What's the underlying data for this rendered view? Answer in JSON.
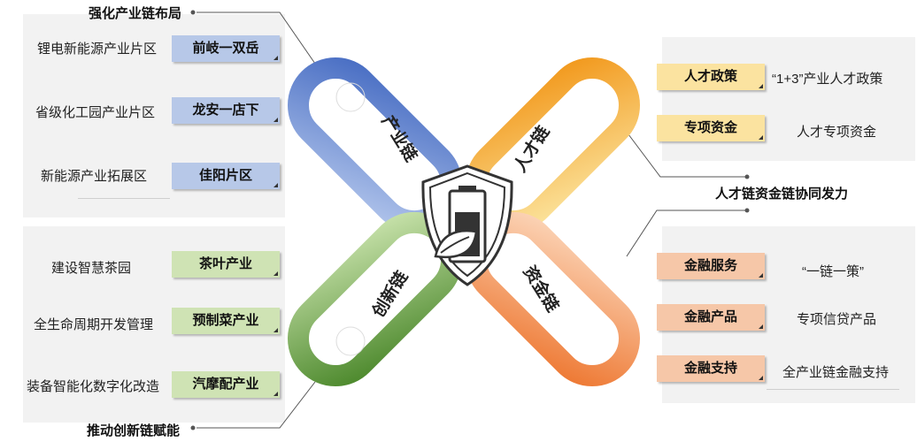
{
  "top_left": {
    "heading": "强化产业链布局",
    "rows": [
      {
        "label": "锂电新能源产业片区",
        "tag": "前岐一双岳"
      },
      {
        "label": "省级化工园产业片区",
        "tag": "龙安一店下"
      },
      {
        "label": "新能源产业拓展区",
        "tag": "佳阳片区"
      }
    ]
  },
  "bottom_left": {
    "heading": "推动创新链赋能",
    "rows": [
      {
        "label": "建设智慧茶园",
        "tag": "茶叶产业"
      },
      {
        "label": "全生命周期开发管理",
        "tag": "预制菜产业"
      },
      {
        "label": "装备智能化数字化改造",
        "tag": "汽摩配产业"
      }
    ]
  },
  "top_right": {
    "rows": [
      {
        "tag": "人才政策",
        "label": "“1+3”产业人才政策"
      },
      {
        "tag": "专项资金",
        "label": "人才专项资金"
      }
    ]
  },
  "middle_right_heading": "人才链资金链协同发力",
  "bottom_right": {
    "rows": [
      {
        "tag": "金融服务",
        "label": "“一链一策”"
      },
      {
        "tag": "金融产品",
        "label": "专项信贷产品"
      },
      {
        "tag": "金融支持",
        "label": "全产业链金融支持"
      }
    ]
  },
  "chains": {
    "industry": "产业链",
    "talent": "人才链",
    "innovation": "创新链",
    "capital": "资金链"
  },
  "colors": {
    "industry": "#5b7fcf",
    "talent": "#f4a227",
    "innovation": "#5f9a3e",
    "capital": "#f08a4b"
  },
  "icons": {
    "center": "battery-shield-leaf-icon"
  }
}
